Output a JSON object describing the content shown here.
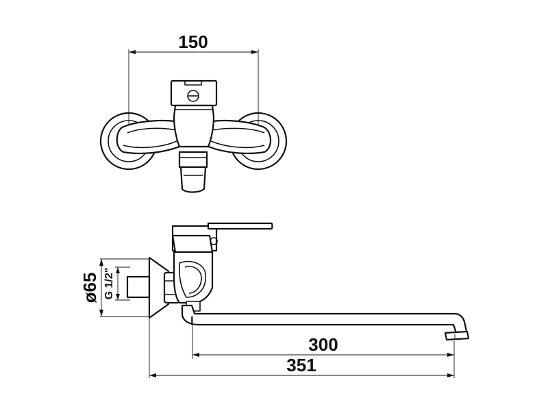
{
  "dimensions": {
    "wall_spacing": "150",
    "spout_reach": "300",
    "overall_length": "351",
    "escutcheon_diameter": "ø65",
    "thread": "G 1/2\""
  },
  "colors": {
    "line": "#111111",
    "background": "#ffffff"
  }
}
